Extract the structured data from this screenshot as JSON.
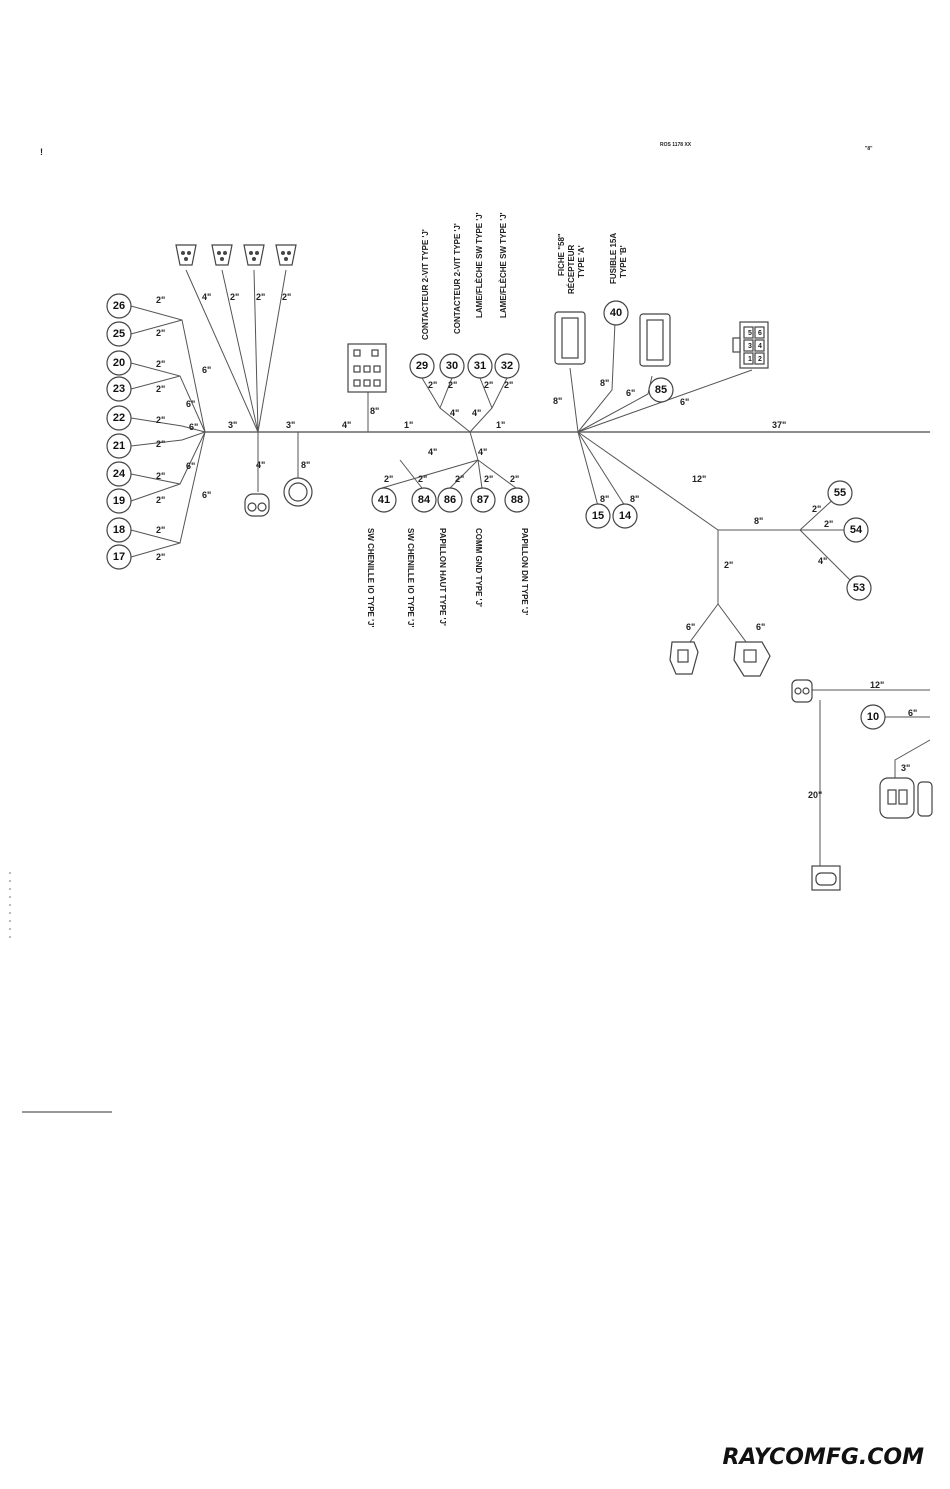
{
  "header": {
    "small_left": "!",
    "small_mid": "ROS 1178 XX",
    "small_right": "\"8\""
  },
  "connectors": [
    {
      "id": "c26",
      "num": "26"
    },
    {
      "id": "c25",
      "num": "25"
    },
    {
      "id": "c20",
      "num": "20"
    },
    {
      "id": "c23",
      "num": "23"
    },
    {
      "id": "c22",
      "num": "22"
    },
    {
      "id": "c21",
      "num": "21"
    },
    {
      "id": "c24",
      "num": "24"
    },
    {
      "id": "c19",
      "num": "19"
    },
    {
      "id": "c18",
      "num": "18"
    },
    {
      "id": "c17",
      "num": "17"
    },
    {
      "id": "c29",
      "num": "29"
    },
    {
      "id": "c30",
      "num": "30"
    },
    {
      "id": "c31",
      "num": "31"
    },
    {
      "id": "c32",
      "num": "32"
    },
    {
      "id": "c41",
      "num": "41"
    },
    {
      "id": "c84",
      "num": "84"
    },
    {
      "id": "c86",
      "num": "86"
    },
    {
      "id": "c87",
      "num": "87"
    },
    {
      "id": "c88",
      "num": "88"
    },
    {
      "id": "c40",
      "num": "40"
    },
    {
      "id": "c85",
      "num": "85"
    },
    {
      "id": "c15",
      "num": "15"
    },
    {
      "id": "c14",
      "num": "14"
    },
    {
      "id": "c55",
      "num": "55"
    },
    {
      "id": "c54",
      "num": "54"
    },
    {
      "id": "c53",
      "num": "53"
    },
    {
      "id": "c10",
      "num": "10"
    }
  ],
  "lengths": {
    "l2": "2\"",
    "l3": "3\"",
    "l4": "4\"",
    "l6": "6\"",
    "l8": "8\"",
    "l1": "1\"",
    "l12": "12\"",
    "l20": "20\"",
    "l37": "37\""
  },
  "top_labels": {
    "t29": "CONTACTEUR 2-VIT TYPE 'J'",
    "t30": "CONTACTEUR 2-VIT TYPE 'J'",
    "t31": "LAME/FLÈCHE SW TYPE 'J'",
    "t32": "LAME/FLÈCHE SW TYPE 'J'",
    "fiche1": "FICHE \"58\"",
    "fiche2": "RÉCEPTEUR",
    "fiche3": "TYPE 'A'",
    "fus1": "FUSIBLE 15A",
    "fus2": "TYPE 'B'"
  },
  "bottom_labels": {
    "b41": "SW CHENILLE IO TYPE 'J'",
    "b84": "SW CHENILLE IO TYPE 'J'",
    "b86": "PAPILLON HAUT TYPE 'J'",
    "b87": "COMM GND TYPE 'J'",
    "b88": "PAPILLON DN TYPE 'J'"
  },
  "relay_pins": {
    "p5": "5",
    "p6": "6",
    "p3": "3",
    "p4": "4",
    "p1": "1",
    "p2": "2"
  },
  "brand": "RAYCOMFG.COM"
}
